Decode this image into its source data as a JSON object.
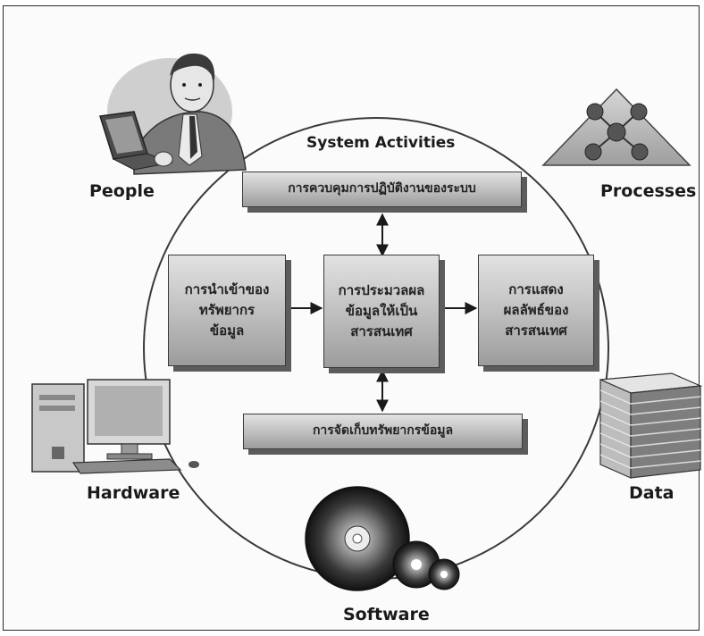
{
  "diagram": {
    "title": "System Activities",
    "resources": {
      "people": "People",
      "processes": "Processes",
      "hardware": "Hardware",
      "data": "Data",
      "software": "Software"
    },
    "activities": {
      "control": "การควบคุมการปฏิบัติงานของระบบ",
      "input": "การนำเข้าของทรัพยากรข้อมูล",
      "processing": "การประมวลผลข้อมูลให้เป็นสารสนเทศ",
      "output": "การแสดงผลลัพธ์ของสารสนเทศ",
      "storage": "การจัดเก็บทรัพยากรข้อมูล"
    }
  }
}
